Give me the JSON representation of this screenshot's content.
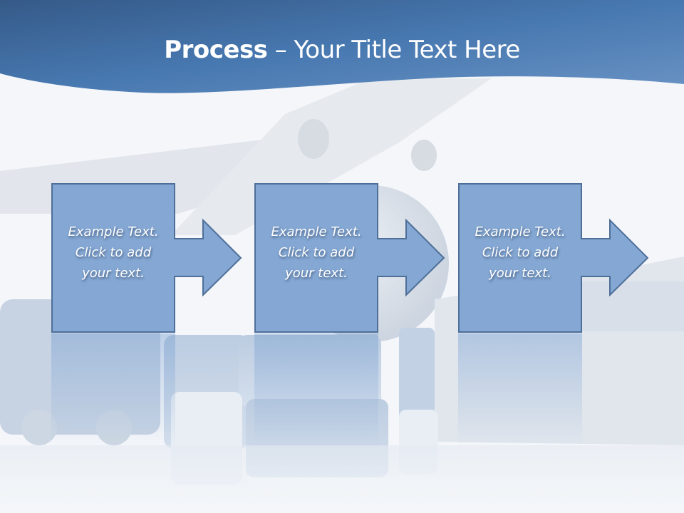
{
  "slide": {
    "title": {
      "bold": "Process",
      "rest": " – Your Title Text Here"
    },
    "colors": {
      "header_top": "#3d6190",
      "header_bottom": "#5b8cc4",
      "box_fill": "#84a7d3",
      "box_stroke": "#4e6f99",
      "background": "#f4f6fa"
    },
    "steps": [
      {
        "line1": "Example Text.",
        "line2": "Click  to add",
        "line3": "your text."
      },
      {
        "line1": "Example Text.",
        "line2": "Click  to add",
        "line3": "your text."
      },
      {
        "line1": "Example Text.",
        "line2": "Click  to add",
        "line3": "your text."
      }
    ],
    "background_image": "travel-scene-airplane-luggage-bus-ship-globe"
  }
}
